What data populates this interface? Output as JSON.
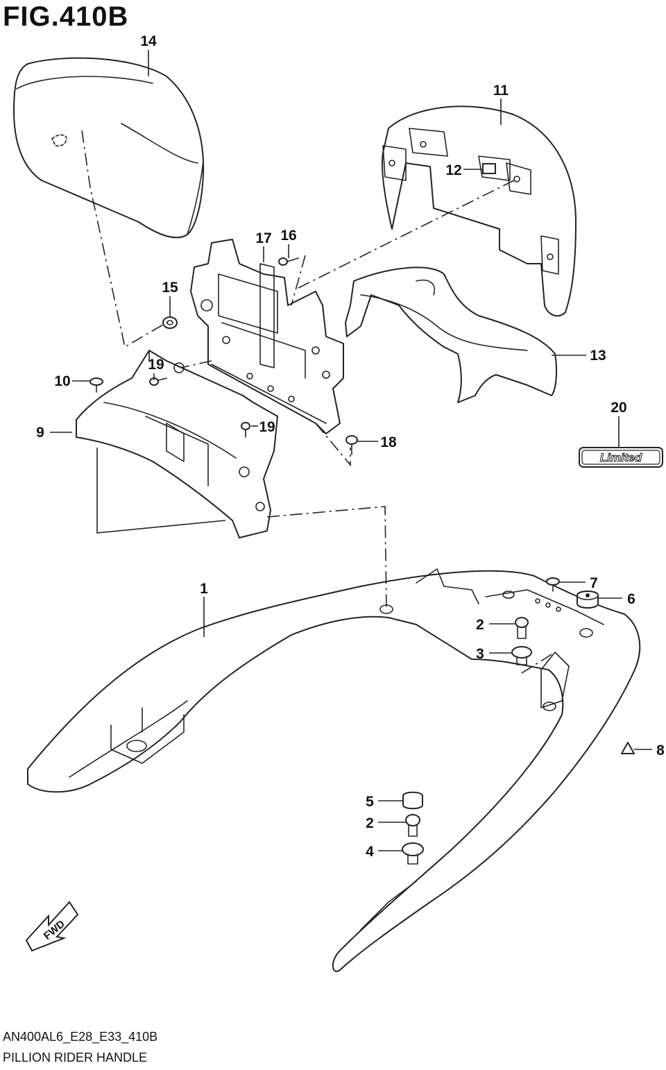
{
  "figure": {
    "title": "FIG.410B",
    "model_code": "AN400AL6_E28_E33_410B",
    "name": "PILLION RIDER HANDLE"
  },
  "callouts": {
    "c1": "1",
    "c2a": "2",
    "c2b": "2",
    "c3": "3",
    "c4": "4",
    "c5": "5",
    "c6": "6",
    "c7": "7",
    "c8": "8",
    "c9": "9",
    "c10": "10",
    "c11": "11",
    "c12": "12",
    "c13": "13",
    "c14": "14",
    "c15": "15",
    "c16": "16",
    "c17": "17",
    "c18": "18",
    "c19a": "19",
    "c19b": "19",
    "c20": "20"
  },
  "emblem": {
    "text": "Limited"
  },
  "fwd_arrow": {
    "text": "FWD"
  }
}
